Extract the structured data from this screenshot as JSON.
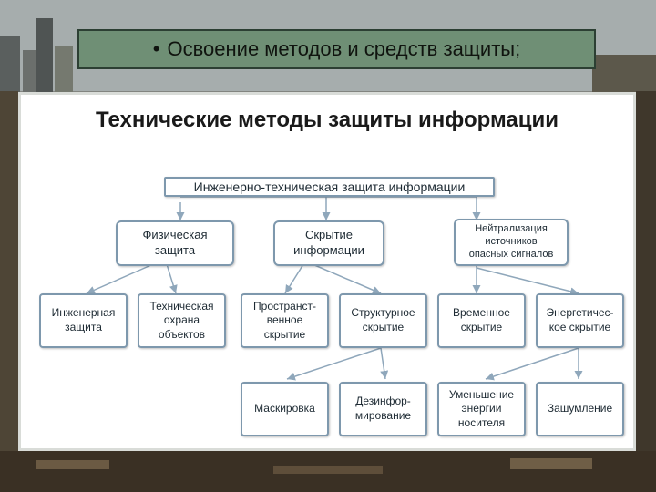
{
  "header": {
    "bullet": "•",
    "text": "Освоение методов и средств защиты;"
  },
  "diagram": {
    "title": "Технические методы защиты информации",
    "root": "Инженерно-техническая защита информации",
    "level2": [
      "Физическая\nзащита",
      "Скрытие\nинформации",
      "Нейтрализация\nисточников\nопасных сигналов"
    ],
    "level3": [
      "Инженерная\nзащита",
      "Техническая\nохрана\nобъектов",
      "Пространст-\nвенное\nскрытие",
      "Структурное\nскрытие",
      "Временное\nскрытие",
      "Энергетичес-\nкое скрытие"
    ],
    "level4": [
      "Маскировка",
      "Дезинфор-\nмирование",
      "Уменьшение\nэнергии\nносителя",
      "Зашумление"
    ]
  },
  "colors": {
    "box_border": "#7e98ad",
    "connector": "#8fa7bb",
    "title_bar_bg": "#6f8f75"
  }
}
